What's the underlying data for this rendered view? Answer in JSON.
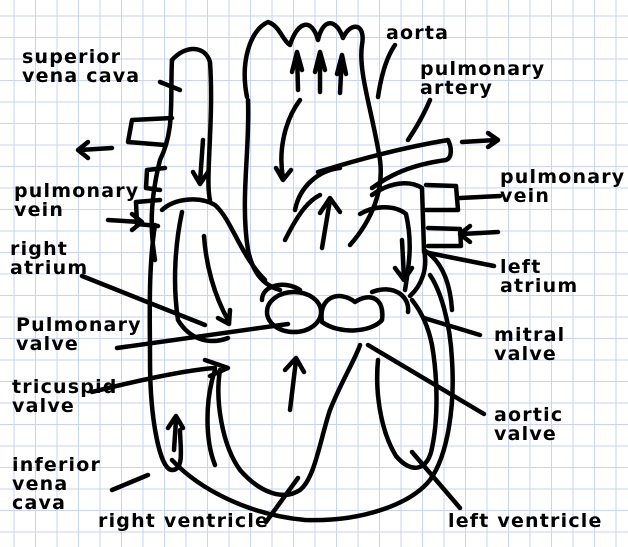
{
  "labels": {
    "aorta": "aorta",
    "superior_vena_cava": "superior\nvena cava",
    "pulmonary_artery": "pulmonary\nartery",
    "pulmonary_vein_left_side": "pulmonary\nvein",
    "pulmonary_vein_right_side": "pulmonary\nvein",
    "right_atrium": "right\natrium",
    "left_atrium": "left\natrium",
    "pulmonary_valve": "Pulmonary\nvalve",
    "mitral_valve": "mitral\nvalve",
    "tricuspid_valve": "tricuspid\nvalve",
    "aortic_valve": "aortic\nvalve",
    "inferior_vena_cava": "inferior\nvena\ncava",
    "right_ventricle": "right ventricle",
    "left_ventricle": "left ventricle"
  },
  "style": {
    "ink": "#000000",
    "grid_line": "#c9d3f2",
    "paper": "#ffffff"
  }
}
